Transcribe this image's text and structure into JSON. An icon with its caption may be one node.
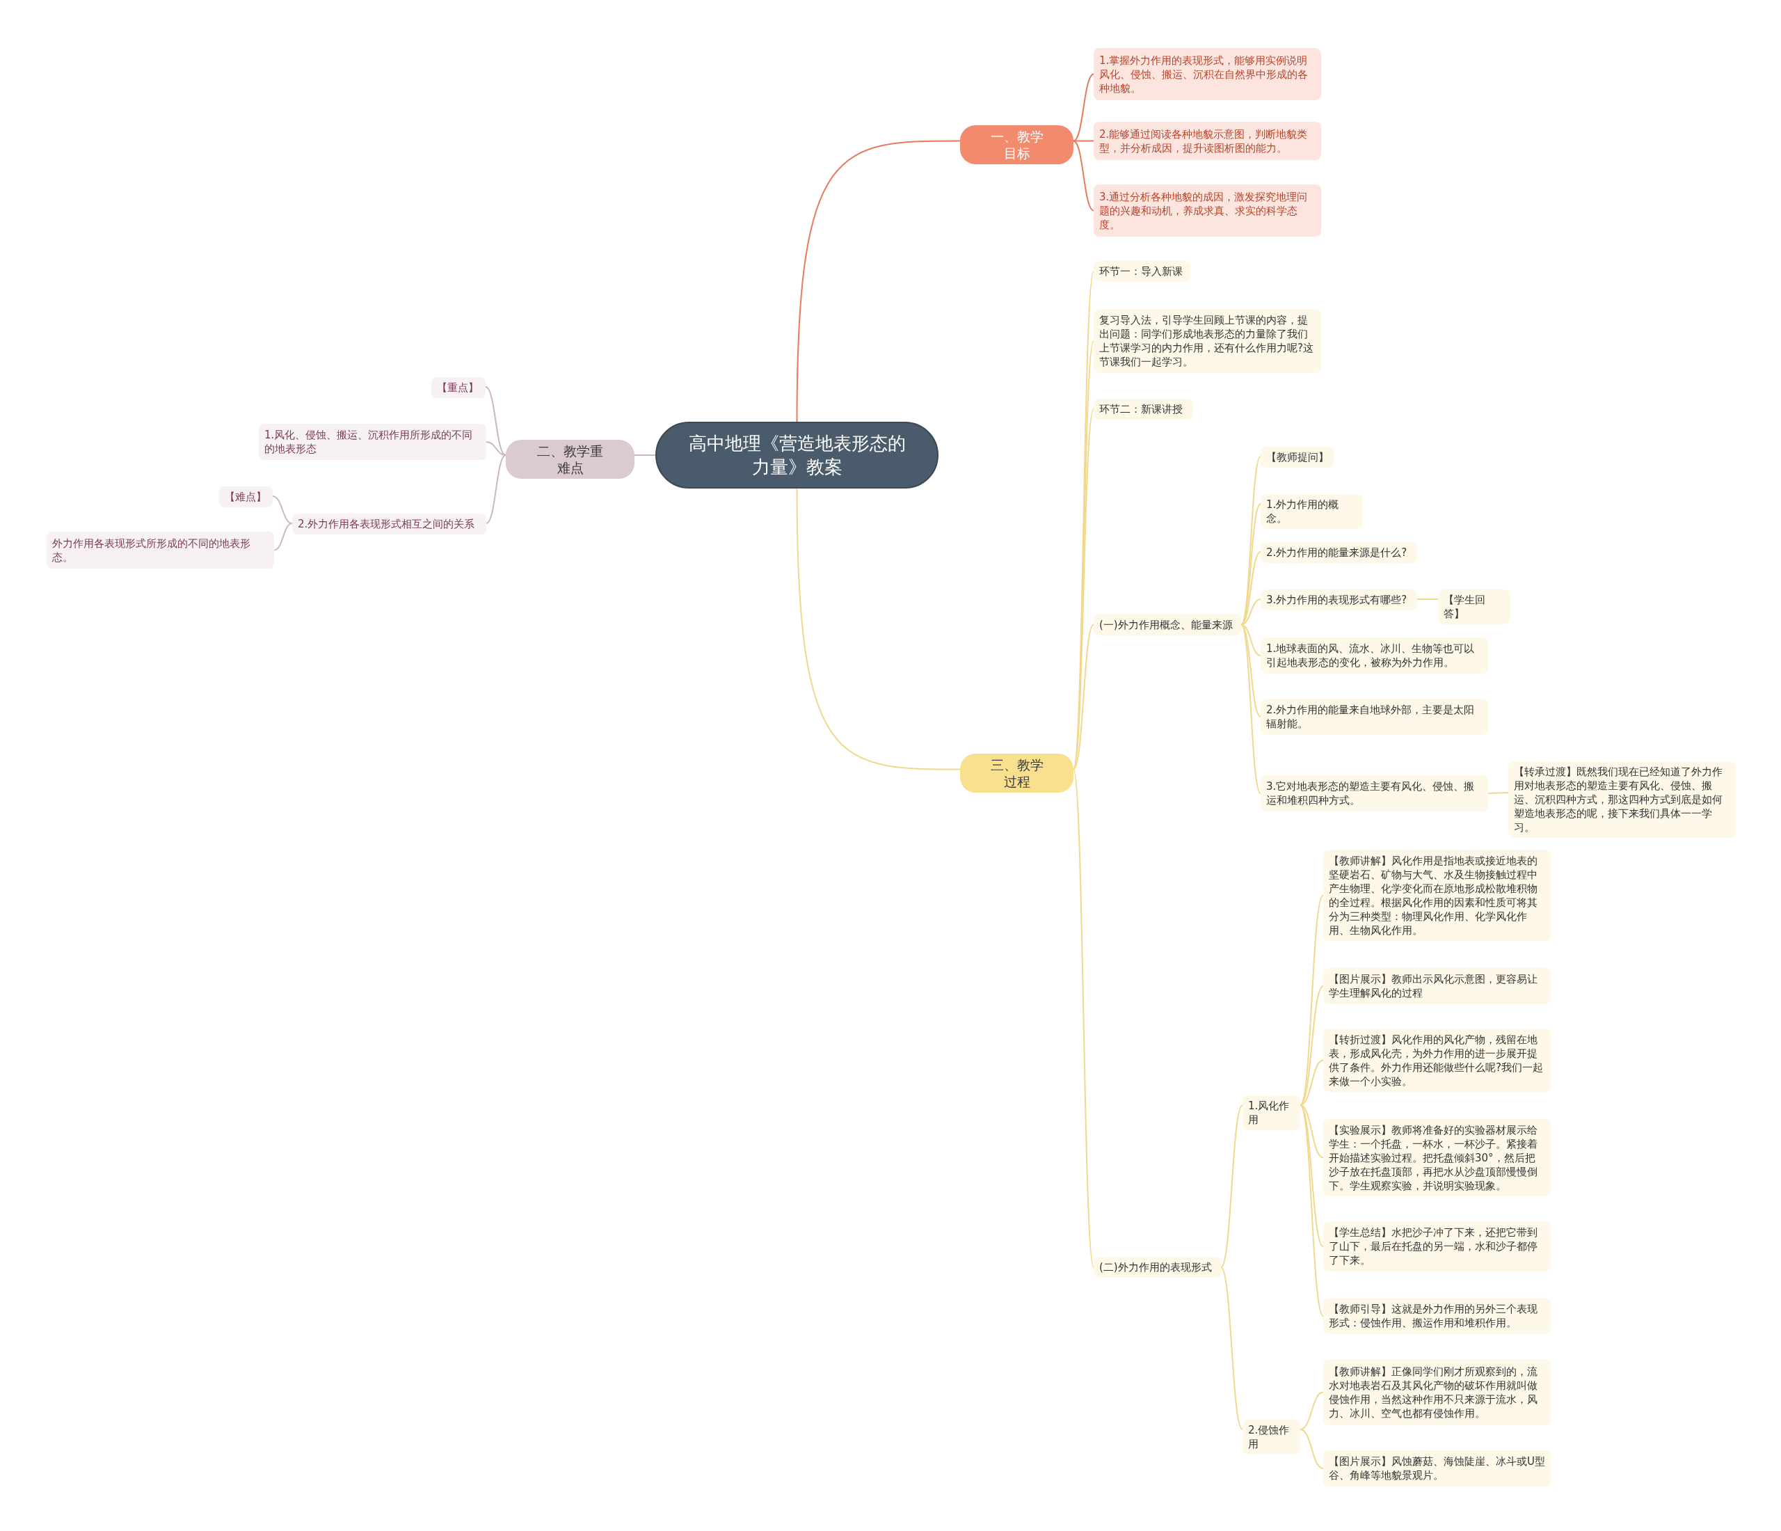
{
  "diagram": {
    "nodes": [
      {
        "text": [
          "高中地理《营造地表形态的力量》教案"
        ]
      },
      {
        "text": [
          "一、教学目标"
        ]
      },
      {
        "text": [
          "1.掌握外力作用的表现形式，能够用实例说明风化、侵蚀、搬运、沉积在自然界中形成的各种地貌。"
        ]
      },
      {
        "text": [
          "2.能够通过阅读各种地貌示意图，判断地貌类型，并分析成因，提升读图析图的能力。"
        ]
      },
      {
        "text": [
          "3.通过分析各种地貌的成因，激发探究地理问题的兴趣和动机，养成求真、求实的科学态度。"
        ]
      },
      {
        "text": [
          "二、教学重难点"
        ]
      },
      {
        "text": [
          "【重点】"
        ]
      },
      {
        "text": [
          "1.风化、侵蚀、搬运、沉积作用所形成的不同的地表形态"
        ]
      },
      {
        "text": [
          "2.外力作用各表现形式相互之间的关系"
        ]
      },
      {
        "text": [
          "【难点】"
        ]
      },
      {
        "text": [
          "外力作用各表现形式所形成的不同的地表形态。"
        ]
      },
      {
        "text": [
          "三、教学过程"
        ]
      },
      {
        "text": [
          "环节一：导入新课"
        ]
      },
      {
        "text": [
          "复习导入法，引导学生回顾上节课的内容，提出问题：同学们形成地表形态的力量除了我们上节课学习的内力作用，还有什么作用力呢?这节课我们一起学习。"
        ]
      },
      {
        "text": [
          "环节二：新课讲授"
        ]
      },
      {
        "text": [
          "(一)外力作用概念、能量来源"
        ]
      },
      {
        "text": [
          "【教师提问】"
        ]
      },
      {
        "text": [
          "1.外力作用的概念。"
        ]
      },
      {
        "text": [
          "2.外力作用的能量来源是什么?"
        ]
      },
      {
        "text": [
          "3.外力作用的表现形式有哪些?"
        ]
      },
      {
        "text": [
          "【学生回答】"
        ]
      },
      {
        "text": [
          "1.地球表面的风、流水、冰川、生物等也可以引起地表形态的变化，被称为外力作用。"
        ]
      },
      {
        "text": [
          "2.外力作用的能量来自地球外部，主要是太阳辐射能。"
        ]
      },
      {
        "text": [
          "3.它对地表形态的塑造主要有风化、侵蚀、搬运和堆积四种方式。"
        ]
      },
      {
        "text": [
          "【转承过渡】既然我们现在已经知道了外力作用对地表形态的塑造主要有风化、侵蚀、搬运、沉积四种方式，那这四种方式到底是如何塑造地表形态的呢，接下来我们具体一一学习。"
        ]
      },
      {
        "text": [
          "(二)外力作用的表现形式"
        ]
      },
      {
        "text": [
          "1.风化作用"
        ]
      },
      {
        "text": [
          "【教师讲解】风化作用是指地表或接近地表的坚硬岩石、矿物与大气、水及生物接触过程中产生物理、化学变化而在原地形成松散堆积物的全过程。根据风化作用的因素和性质可将其分为三种类型：物理风化作用、化学风化作用、生物风化作用。"
        ]
      },
      {
        "text": [
          "【图片展示】教师出示风化示意图，更容易让学生理解风化的过程"
        ]
      },
      {
        "text": [
          "【转折过渡】风化作用的风化产物，残留在地表，形成风化壳，为外力作用的进一步展开提供了条件。外力作用还能做些什么呢?我们一起来做一个小实验。"
        ]
      },
      {
        "text": [
          "【实验展示】教师将准备好的实验器材展示给学生：一个托盘，一杯水，一杯沙子。紧接着开始描述实验过程。把托盘倾斜30°，然后把沙子放在托盘顶部，再把水从沙盘顶部慢慢倒下。学生观察实验，并说明实验现象。"
        ]
      },
      {
        "text": [
          "【学生总结】水把沙子冲了下来，还把它带到了山下，最后在托盘的另一端，水和沙子都停了下来。"
        ]
      },
      {
        "text": [
          "【教师引导】这就是外力作用的另外三个表现形式：侵蚀作用、搬运作用和堆积作用。"
        ]
      },
      {
        "text": [
          "2.侵蚀作用"
        ]
      },
      {
        "text": [
          "【教师讲解】正像同学们刚才所观察到的，流水对地表岩石及其风化产物的破坏作用就叫做侵蚀作用，当然这种作用不只来源于流水，风力、冰川、空气也都有侵蚀作用。"
        ]
      },
      {
        "text": [
          "【图片展示】风蚀蘑菇、海蚀陡崖、冰斗或U型谷、角峰等地貌景观片。"
        ]
      }
    ],
    "edges": [
      {
        "from": 0,
        "to": 1,
        "arrow": "none",
        "color": "#e8795d"
      },
      {
        "from": 1,
        "to": 2,
        "arrow": "none",
        "color": "#e8795d"
      },
      {
        "from": 1,
        "to": 3,
        "arrow": "none",
        "color": "#e8795d"
      },
      {
        "from": 1,
        "to": 4,
        "arrow": "none",
        "color": "#e8795d"
      },
      {
        "from": 0,
        "to": 5,
        "arrow": "none",
        "color": "#cdb8c1"
      },
      {
        "from": 5,
        "to": 6,
        "arrow": "none",
        "color": "#cdb8c1"
      },
      {
        "from": 5,
        "to": 7,
        "arrow": "none",
        "color": "#cdb8c1"
      },
      {
        "from": 5,
        "to": 8,
        "arrow": "none",
        "color": "#cdb8c1"
      },
      {
        "from": 8,
        "to": 9,
        "arrow": "none",
        "color": "#cdb8c1"
      },
      {
        "from": 8,
        "to": 10,
        "arrow": "none",
        "color": "#cdb8c1"
      },
      {
        "from": 0,
        "to": 11,
        "arrow": "none"
      },
      {
        "from": 11,
        "to": 12,
        "arrow": "none"
      },
      {
        "from": 11,
        "to": 13,
        "arrow": "none"
      },
      {
        "from": 11,
        "to": 14,
        "arrow": "none"
      },
      {
        "from": 11,
        "to": 15,
        "arrow": "none"
      },
      {
        "from": 15,
        "to": 16,
        "arrow": "none"
      },
      {
        "from": 15,
        "to": 17,
        "arrow": "none"
      },
      {
        "from": 15,
        "to": 18,
        "arrow": "none"
      },
      {
        "from": 15,
        "to": 19,
        "arrow": "none"
      },
      {
        "from": 19,
        "to": 20,
        "arrow": "none"
      },
      {
        "from": 15,
        "to": 21,
        "arrow": "none"
      },
      {
        "from": 15,
        "to": 22,
        "arrow": "none"
      },
      {
        "from": 15,
        "to": 23,
        "arrow": "none"
      },
      {
        "from": 23,
        "to": 24,
        "arrow": "none"
      },
      {
        "from": 11,
        "to": 25,
        "arrow": "none"
      },
      {
        "from": 25,
        "to": 26,
        "arrow": "none"
      },
      {
        "from": 26,
        "to": 27,
        "arrow": "none"
      },
      {
        "from": 26,
        "to": 28,
        "arrow": "none"
      },
      {
        "from": 26,
        "to": 29,
        "arrow": "none"
      },
      {
        "from": 26,
        "to": 30,
        "arrow": "none"
      },
      {
        "from": 26,
        "to": 31,
        "arrow": "none"
      },
      {
        "from": 26,
        "to": 32,
        "arrow": "none"
      },
      {
        "from": 25,
        "to": 33,
        "arrow": "none"
      },
      {
        "from": 33,
        "to": 34,
        "arrow": "none"
      },
      {
        "from": 33,
        "to": 35,
        "arrow": "none"
      }
    ]
  }
}
